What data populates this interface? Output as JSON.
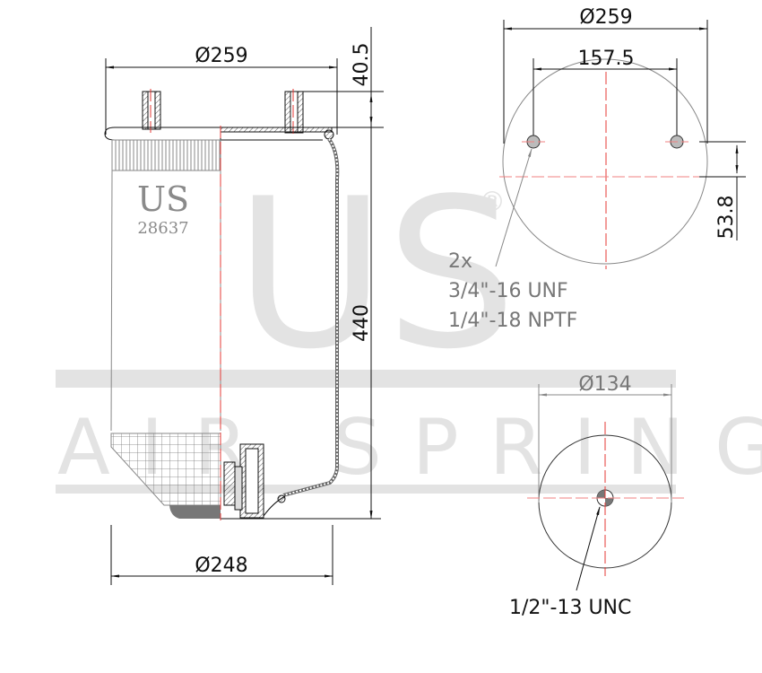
{
  "watermark": {
    "logo_text": "US",
    "registered_mark": "®",
    "band_text": "AIR SPRING"
  },
  "side_view": {
    "stamp_brand": "US",
    "stamp_part_number": "28637",
    "top_diameter": "Ø259",
    "bottom_diameter": "Ø248",
    "stud_height": "40.5",
    "overall_height": "440"
  },
  "top_view": {
    "outer_diameter": "Ø259",
    "stud_spacing": "157.5",
    "stud_offset": "53.8",
    "callout_qty": "2x",
    "callout_thread_1": "3/4\"-16 UNF",
    "callout_thread_2": "1/4\"-18 NPTF"
  },
  "bottom_view": {
    "piston_diameter": "Ø134",
    "callout_thread": "1/2\"-13 UNC"
  },
  "colors": {
    "line": "#111111",
    "centerline": "#e53935",
    "watermark": "#e3e3e3",
    "note_text": "#777777"
  }
}
